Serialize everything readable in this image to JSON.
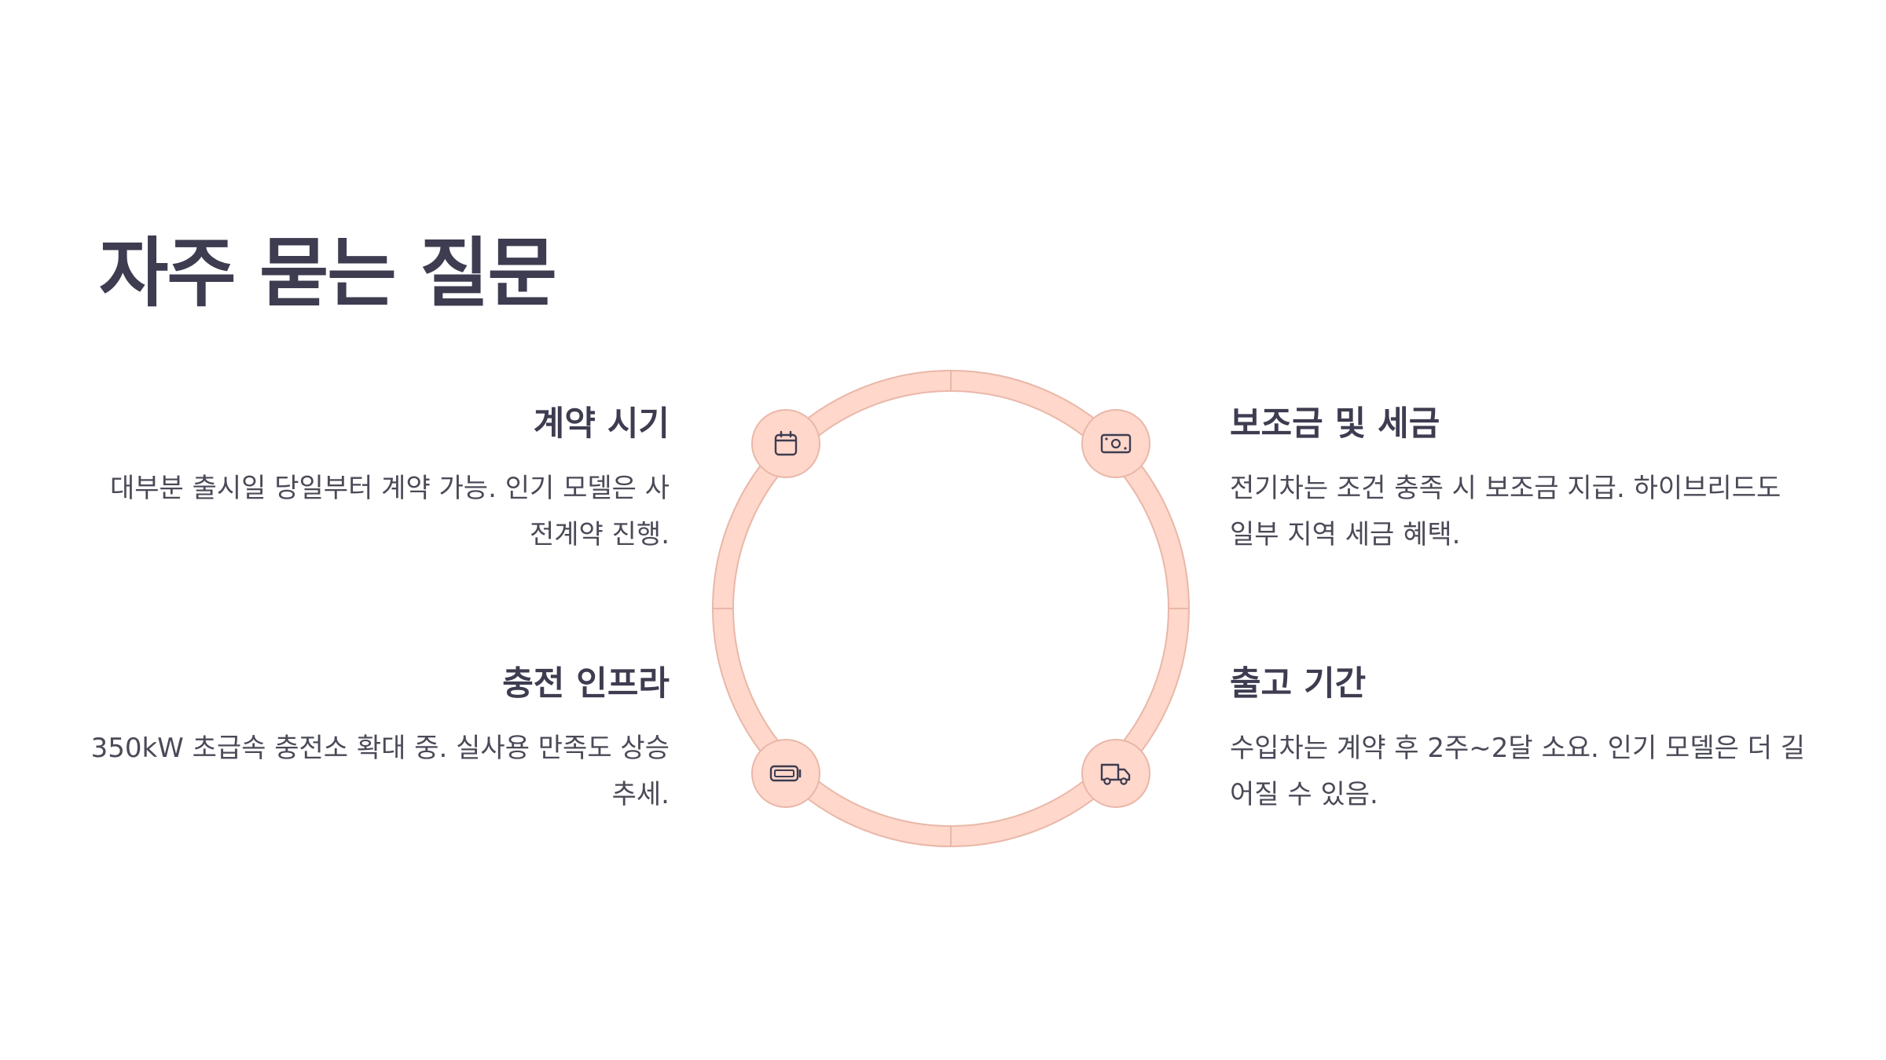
{
  "title": "자주 묻는 질문",
  "faq": [
    {
      "title": "계약 시기",
      "description": "대부분 출시일 당일부터 계약 가능. 인기 모델은 사전계약 진행.",
      "icon": "calendar-icon"
    },
    {
      "title": "보조금 및 세금",
      "description": "전기차는 조건 충족 시 보조금 지급. 하이브리드도 일부 지역 세금 혜택.",
      "icon": "money-icon"
    },
    {
      "title": "충전 인프라",
      "description": "350kW 초급속 충전소 확대 중. 실사용 만족도 상승 추세.",
      "icon": "battery-icon"
    },
    {
      "title": "출고 기간",
      "description": "수입차는 계약 후 2주~2달 소요. 인기 모델은 더 길어질 수 있음.",
      "icon": "truck-icon"
    }
  ],
  "colors": {
    "ring_fill": "#ffd7cb",
    "ring_border": "#e9b7a8",
    "heading": "#3d3c50",
    "body_text": "#4a4a58"
  }
}
